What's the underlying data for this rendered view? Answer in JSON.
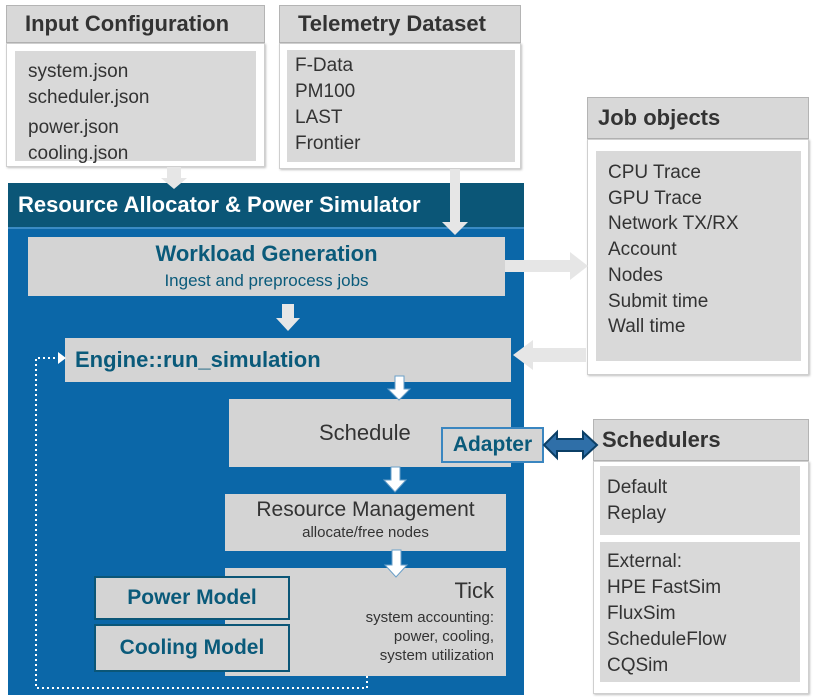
{
  "input_config": {
    "title": "Input Configuration",
    "items": [
      "system.json",
      "scheduler.json",
      "power.json",
      "cooling.json"
    ]
  },
  "telemetry": {
    "title": "Telemetry Dataset",
    "items": [
      "F-Data",
      "PM100",
      "LAST",
      "Frontier"
    ]
  },
  "simulator": {
    "title": "Resource Allocator & Power Simulator",
    "workload_title": "Workload Generation",
    "workload_sub": "Ingest and preprocess jobs",
    "engine": "Engine::run_simulation",
    "schedule": "Schedule",
    "adapter": "Adapter",
    "resource_title": "Resource Management",
    "resource_sub": "allocate/free nodes",
    "tick_title": "Tick",
    "tick_sub": [
      "system accounting:",
      "power, cooling,",
      "system utilization"
    ],
    "power_model": "Power Model",
    "cooling_model": "Cooling Model"
  },
  "job_objects": {
    "title": "Job objects",
    "items": [
      "CPU Trace",
      "GPU Trace",
      "Network TX/RX",
      "Account",
      "Nodes",
      "Submit time",
      "Wall time"
    ]
  },
  "schedulers": {
    "title": "Schedulers",
    "builtin": [
      "Default",
      "Replay"
    ],
    "external_label": "External:",
    "external": [
      "HPE FastSim",
      "FluxSim",
      "ScheduleFlow",
      "CQSim"
    ]
  },
  "colors": {
    "blue": "#0b67a8",
    "dark_teal": "#0b5677",
    "teal_text": "#0a5a7a"
  }
}
